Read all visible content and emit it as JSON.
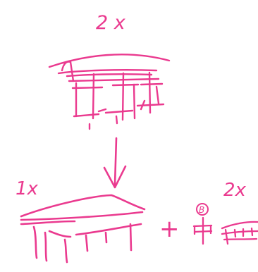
{
  "labels": {
    "top_quantity": "2 x",
    "bottom_left_quantity": "1x",
    "bottom_right_quantity": "2x",
    "plus_sign": "+",
    "circled_mark": "B"
  },
  "colors": {
    "ink": "#ea3a8f",
    "background": "#ffffff"
  }
}
